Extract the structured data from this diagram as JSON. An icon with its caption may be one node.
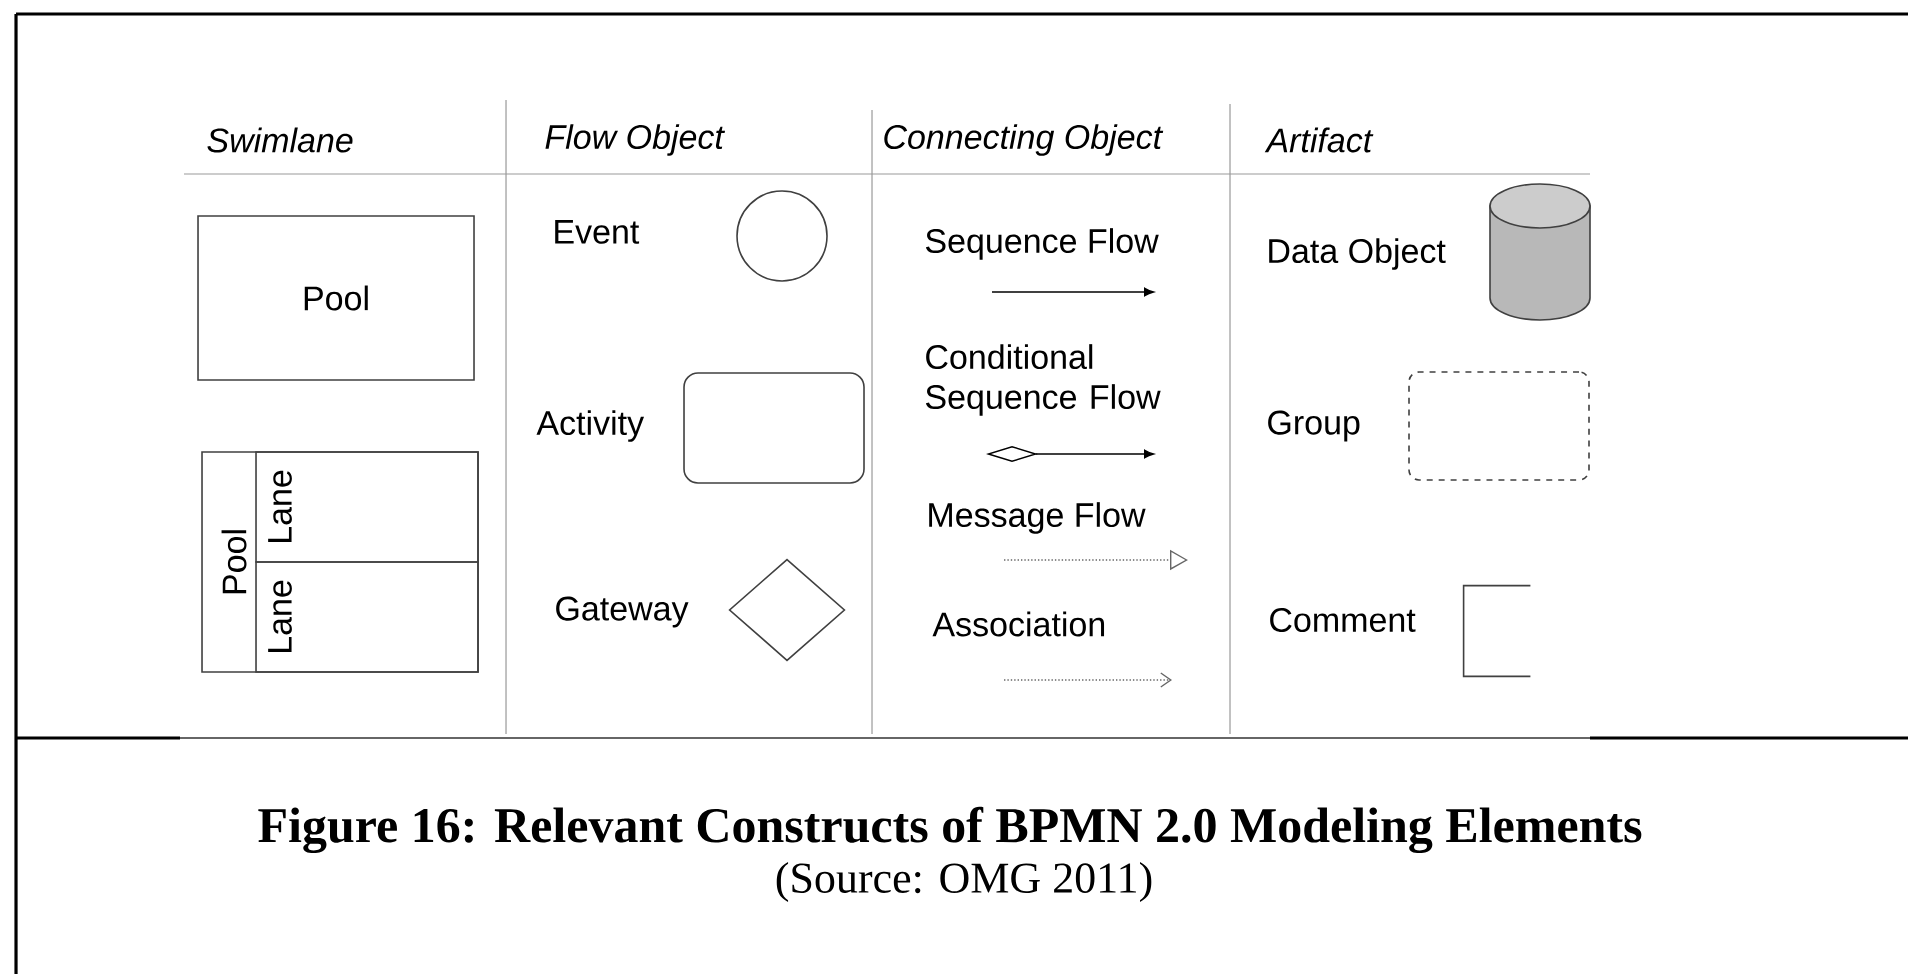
{
  "diagram": {
    "caption": "Figure 16: Relevant Constructs of BPMN 2.0 Modeling Elements",
    "nodes": [
      {
        "text": [
          "Pool"
        ]
      },
      {
        "text": [
          "Pool"
        ]
      },
      {
        "text": [
          "Lane"
        ],
        "in": 1
      },
      {
        "text": [
          "Lane"
        ],
        "in": 1
      },
      {
        "text": [],
        "shape": "circle",
        "beside": [
          "Event"
        ]
      },
      {
        "text": [],
        "shape": "box",
        "beside": [
          "Activity"
        ]
      },
      {
        "text": [],
        "shape": "diamond",
        "beside": [
          "Gateway"
        ]
      },
      {
        "text": [],
        "shape": "cylinder",
        "beside": [
          "Data Object"
        ]
      },
      {
        "text": [],
        "shape": "box",
        "beside": [
          "Group"
        ]
      },
      {
        "text": [],
        "shape": "bracket",
        "beside": [
          "Comment"
        ]
      }
    ],
    "labels": [
      "Swimlane",
      "Flow Object",
      "Connecting Object",
      "Artifact",
      "Sequence Flow",
      "Conditional Sequence Flow",
      "Message Flow",
      "Association",
      "(Source: OMG 2011)"
    ]
  }
}
